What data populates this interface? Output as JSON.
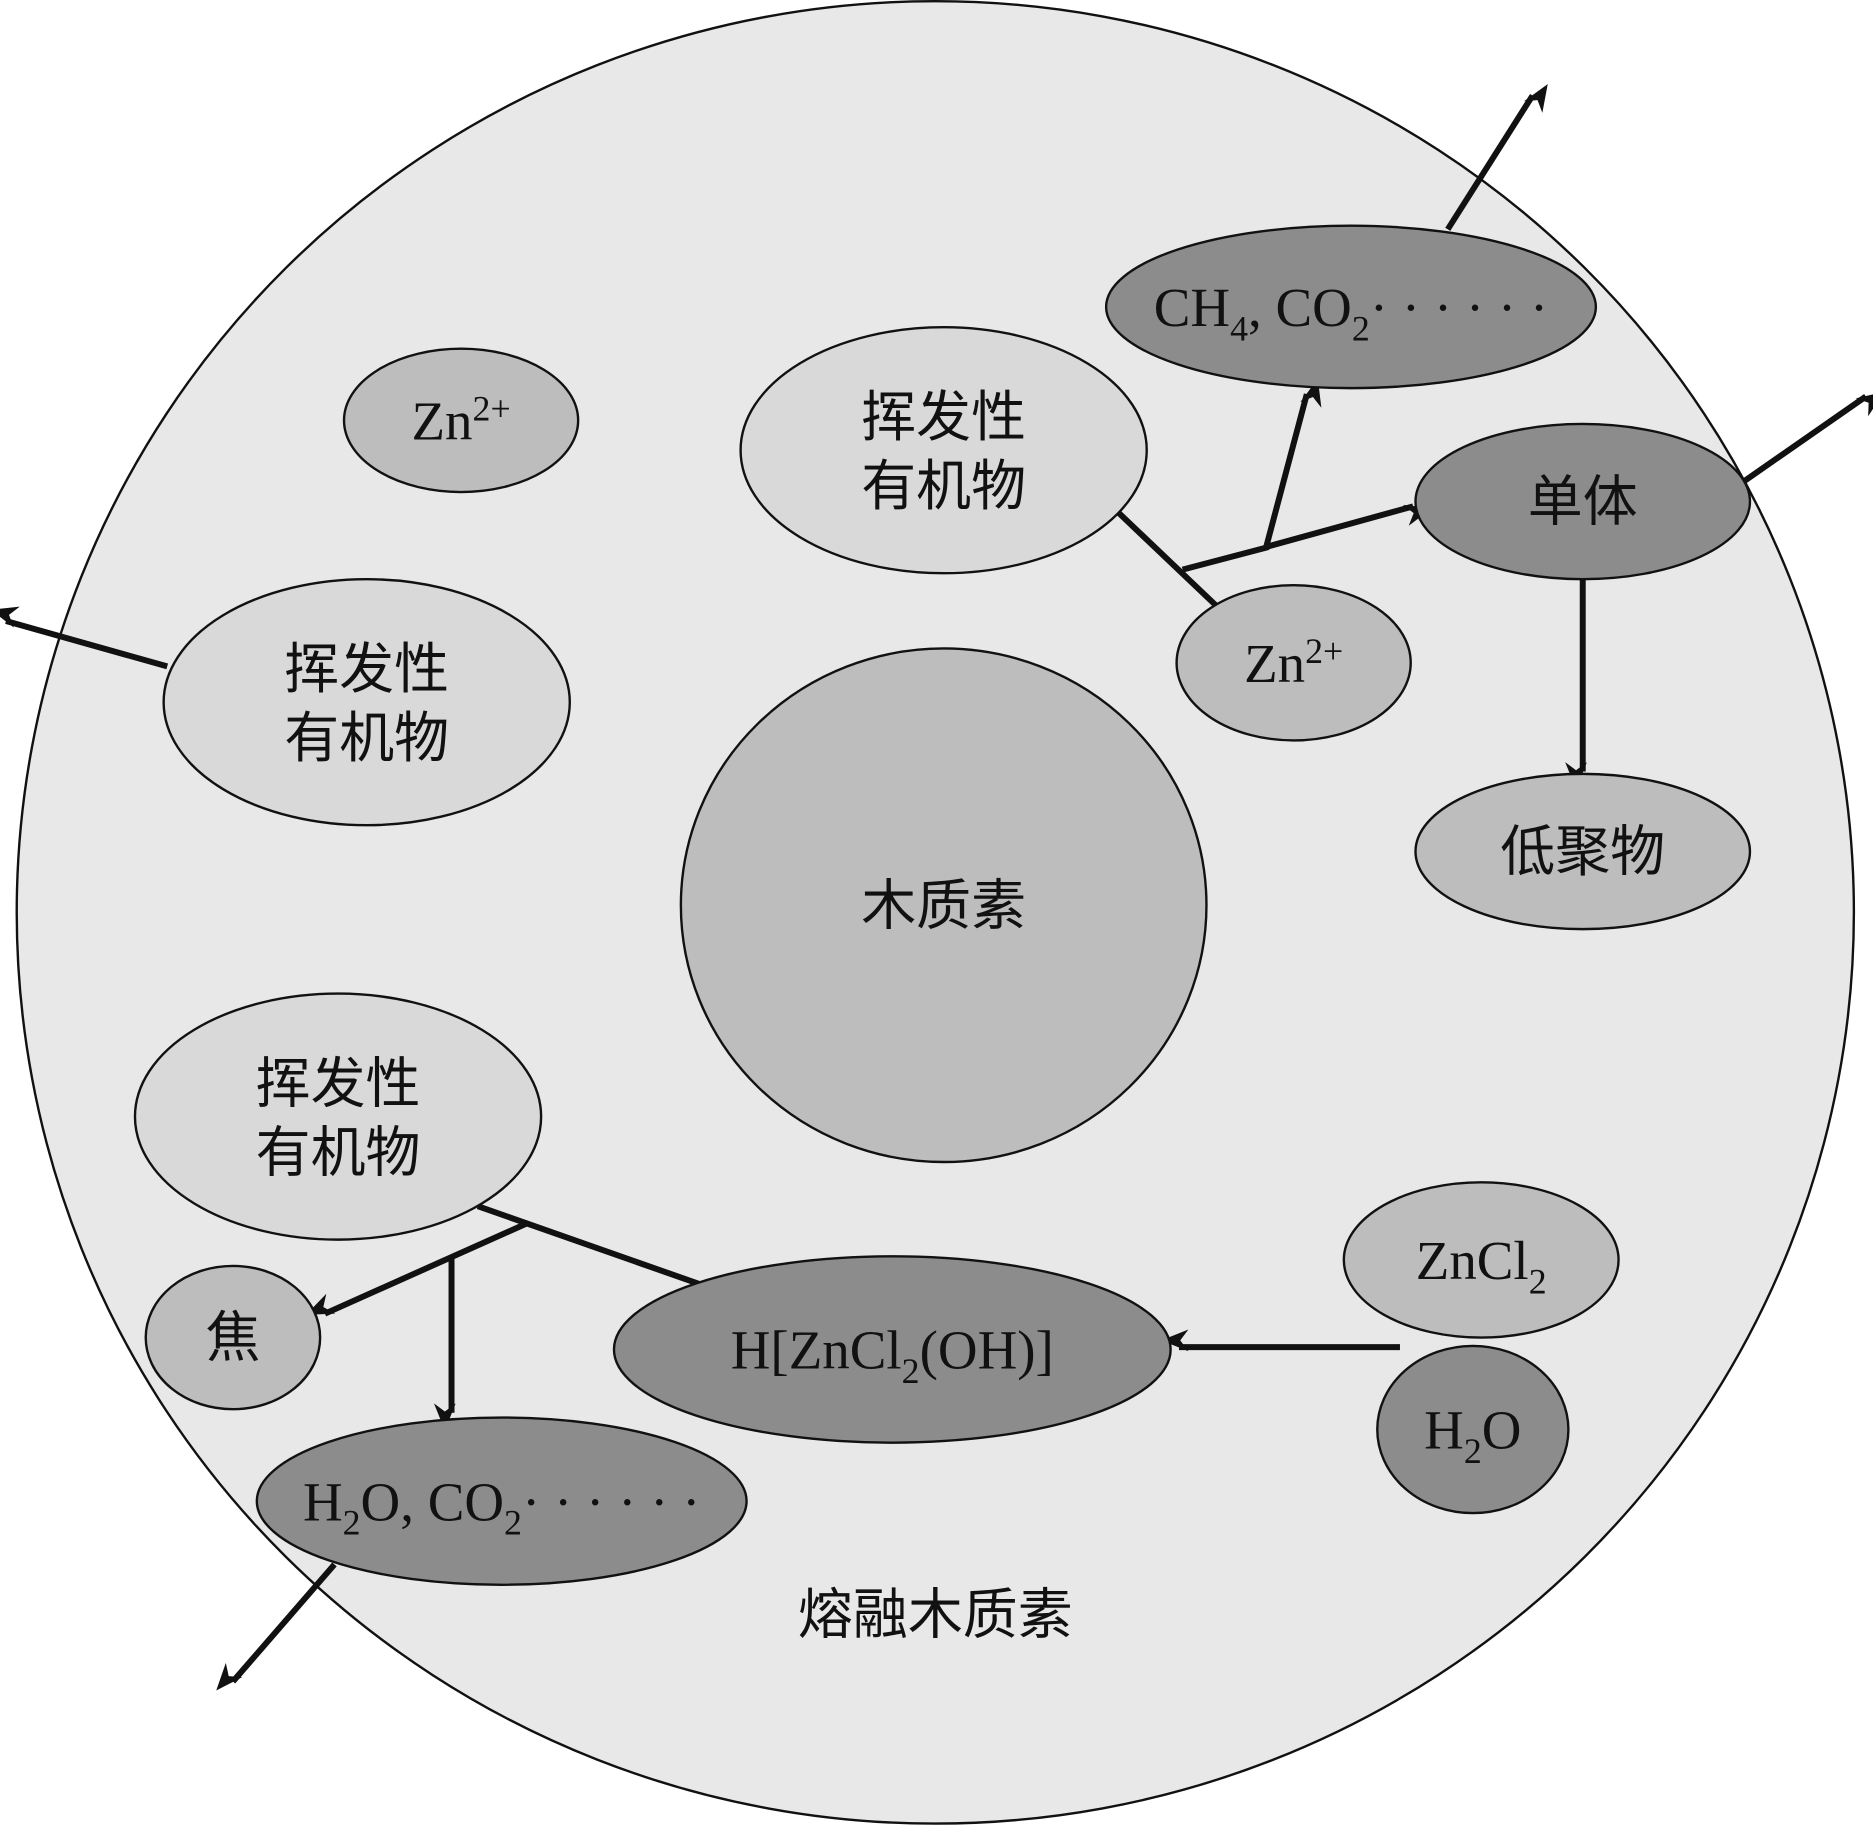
{
  "title": "熔融木质素",
  "colors": {
    "outer": "#e8e8e8",
    "light": "#d9d9d9",
    "mid": "#bdbdbd",
    "dark": "#8c8c8c"
  },
  "nodes": {
    "zn_top_left": [
      {
        "t": "Zn"
      },
      {
        "t": "2+",
        "sup": true
      }
    ],
    "volatile_left": [
      {
        "t": "挥发性"
      },
      {
        "t": "有机物",
        "br": true
      }
    ],
    "lignin": [
      {
        "t": "木质素"
      }
    ],
    "volatile_top": [
      {
        "t": "挥发性"
      },
      {
        "t": "有机物",
        "br": true
      }
    ],
    "gases_top": [
      {
        "t": "CH"
      },
      {
        "t": "4",
        "sub": true
      },
      {
        "t": ", CO"
      },
      {
        "t": "2",
        "sub": true
      },
      {
        "t": "· · · · · ·"
      }
    ],
    "monomer": [
      {
        "t": "单体"
      }
    ],
    "zn_right": [
      {
        "t": "Zn"
      },
      {
        "t": "2+",
        "sup": true
      }
    ],
    "oligomer": [
      {
        "t": "低聚物"
      }
    ],
    "volatile_bottom": [
      {
        "t": "挥发性"
      },
      {
        "t": "有机物",
        "br": true
      }
    ],
    "coke": [
      {
        "t": "焦"
      }
    ],
    "acid_complex": [
      {
        "t": "H[ZnCl"
      },
      {
        "t": "2",
        "sub": true
      },
      {
        "t": "(OH)]"
      }
    ],
    "gases_bottom": [
      {
        "t": "H"
      },
      {
        "t": "2",
        "sub": true
      },
      {
        "t": "O, CO"
      },
      {
        "t": "2",
        "sub": true
      },
      {
        "t": "· · · · · ·"
      }
    ],
    "zncl2": [
      {
        "t": "ZnCl"
      },
      {
        "t": "2",
        "sub": true
      }
    ],
    "water": [
      {
        "t": "H"
      },
      {
        "t": "2",
        "sub": true
      },
      {
        "t": "O"
      }
    ]
  }
}
